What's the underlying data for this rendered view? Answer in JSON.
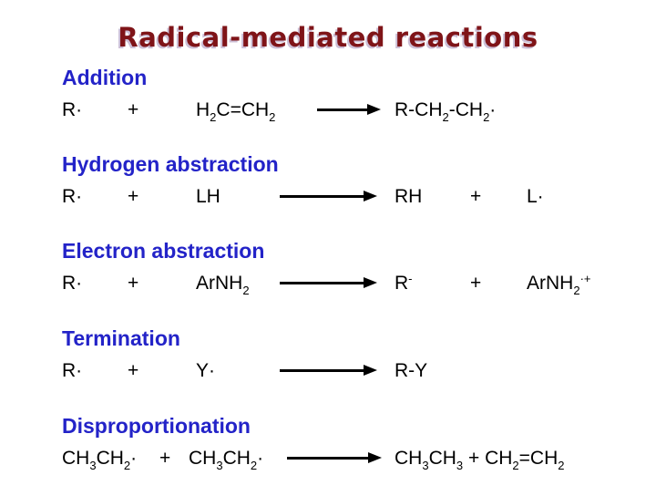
{
  "colors": {
    "bg": "#ffffff",
    "title-color": "#7f1418",
    "heading-color": "#2323c8",
    "text-color": "#000000",
    "arrow-color": "#000000"
  },
  "title": "Radical-mediated reactions",
  "sections": [
    {
      "heading": "Addition",
      "reactant1": "R·",
      "plus": "+",
      "reactant2": "H_2_C=CH_2_",
      "product1": "R-CH_2_-CH_2_·"
    },
    {
      "heading": "Hydrogen abstraction",
      "reactant1": "R·",
      "plus": "+",
      "reactant2": "LH",
      "product1": "RH",
      "plus2": "+",
      "product2": "L·"
    },
    {
      "heading": "Electron abstraction",
      "reactant1": "R·",
      "plus": "+",
      "reactant2": "ArNH_2_",
      "product1": "R^-^",
      "plus2": "+",
      "product2": "ArNH_2_^·+^"
    },
    {
      "heading": "Termination",
      "reactant1": "R·",
      "plus": "+",
      "reactant2": "Y·",
      "product1": "R-Y"
    },
    {
      "heading": "Disproportionation",
      "reactant1": "CH_3_CH_2_·",
      "plus": "+",
      "reactant2": "CH_3_CH_2_·",
      "product1": "CH_3_CH_3_ + CH_2_=CH_2_"
    }
  ]
}
